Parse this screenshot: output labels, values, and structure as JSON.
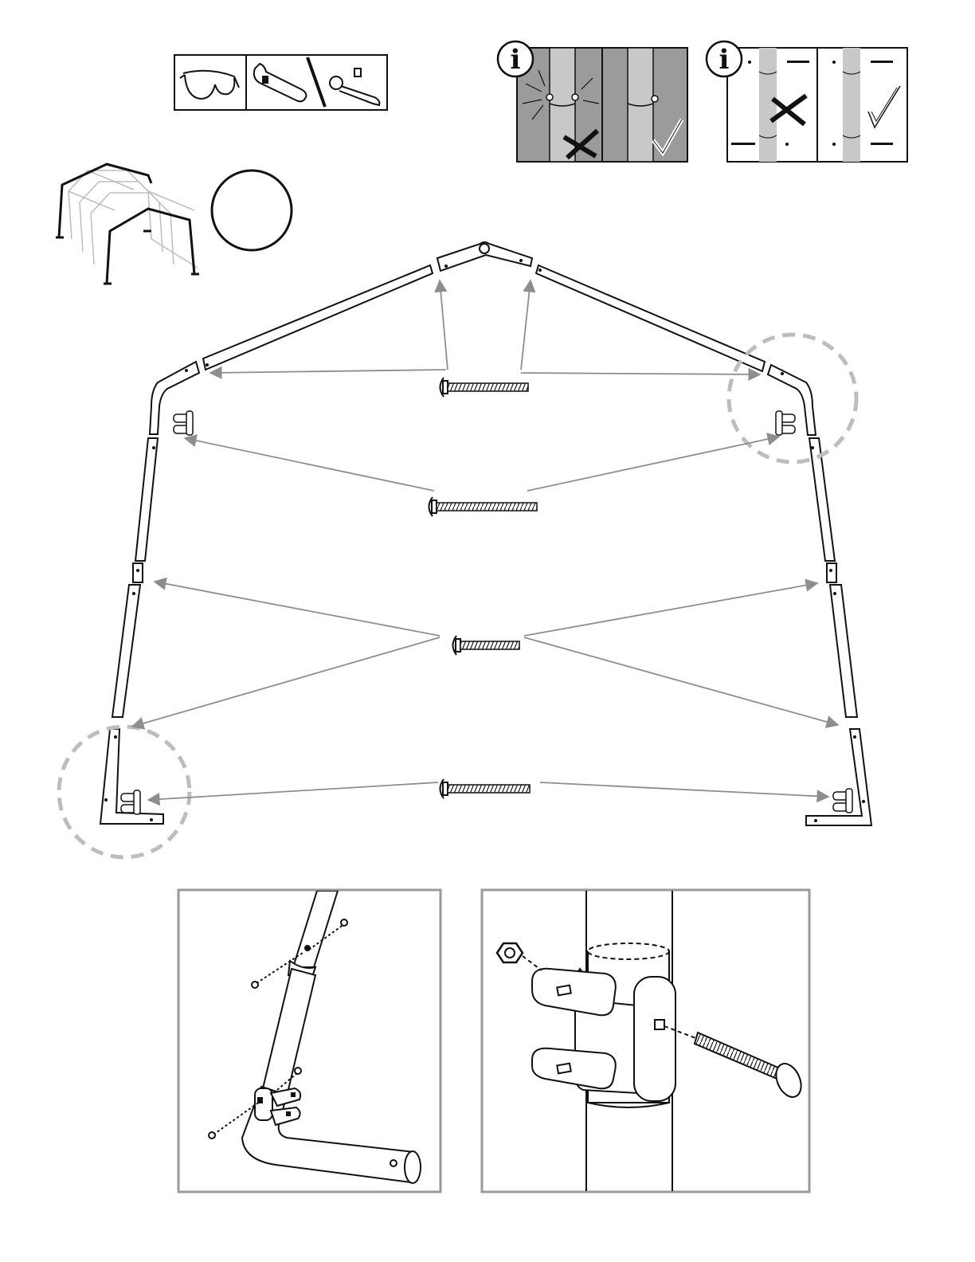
{
  "diagram": {
    "info_marker": "i",
    "tools": [
      "safety-glasses-icon",
      "adjustable-wrench-icon",
      "ratchet-icon"
    ],
    "hints": [
      {
        "name": "overtighten-hint",
        "wrong_icon": "cross-icon",
        "right_icon": "check-icon"
      },
      {
        "name": "bolt-direction-hint",
        "wrong_icon": "cross-icon",
        "right_icon": "check-icon"
      }
    ],
    "frame_icon": "frame-arch-icon",
    "count_circle": "quantity-circle",
    "bolts": [
      "carriage-bolt-top",
      "carriage-bolt-upper",
      "carriage-bolt-middle",
      "carriage-bolt-lower"
    ],
    "details": [
      "foot-detail",
      "bracket-detail"
    ],
    "colors": {
      "line": "#111111",
      "arrow": "#8e8e8e",
      "callout": "#bdbdbd",
      "panel_fill": "#9b9b9b",
      "pole_fill": "#c8c8c8",
      "detail_border": "#9a9a9a"
    }
  }
}
